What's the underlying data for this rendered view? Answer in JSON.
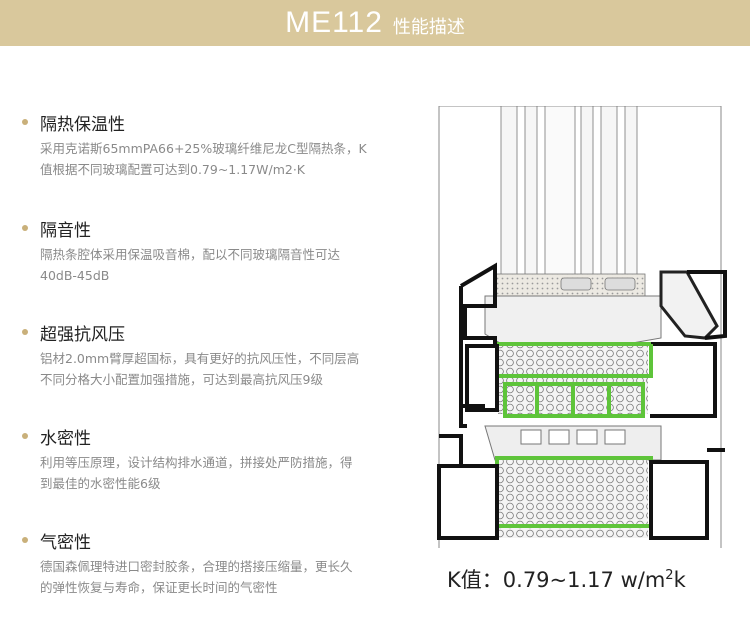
{
  "header": {
    "model": "ME112",
    "subtitle": "性能描述",
    "background_color": "#d9c89c"
  },
  "features": [
    {
      "title": "隔热保温性",
      "desc_line1": "采用克诺斯65mmPA66+25%玻璃纤维尼龙C型隔热条，K",
      "desc_line2": "值根据不同玻璃配置可达到0.79~1.17W/m2·K"
    },
    {
      "title": "隔音性",
      "desc_line1": "隔热条腔体采用保温吸音棉，配以不同玻璃隔音性可达",
      "desc_line2": "40dB-45dB"
    },
    {
      "title": "超强抗风压",
      "desc_line1": "铝材2.0mm臂厚超国标，具有更好的抗风压性，不同层高",
      "desc_line2": "不同分格大小配置加强措施，可达到最高抗风压9级"
    },
    {
      "title": "水密性",
      "desc_line1": "利用等压原理，设计结构排水通道，拼接处严防措施，得",
      "desc_line2": "到最佳的水密性能6级"
    },
    {
      "title": "气密性",
      "desc_line1": "德国森佩理特进口密封胶条，合理的搭接压缩量，更长久",
      "desc_line2": "的弹性恢复与寿命，保证更长时间的气密性"
    }
  ],
  "k_value": {
    "label": "K值：",
    "value": "0.79~1.17 w/m",
    "superscript": "2",
    "suffix": "k"
  },
  "colors": {
    "accent_dot": "#c9b07a",
    "thermal_break_green": "#5ec43a",
    "profile_black": "#111111"
  },
  "diagram_icon": "window-profile-cross-section"
}
